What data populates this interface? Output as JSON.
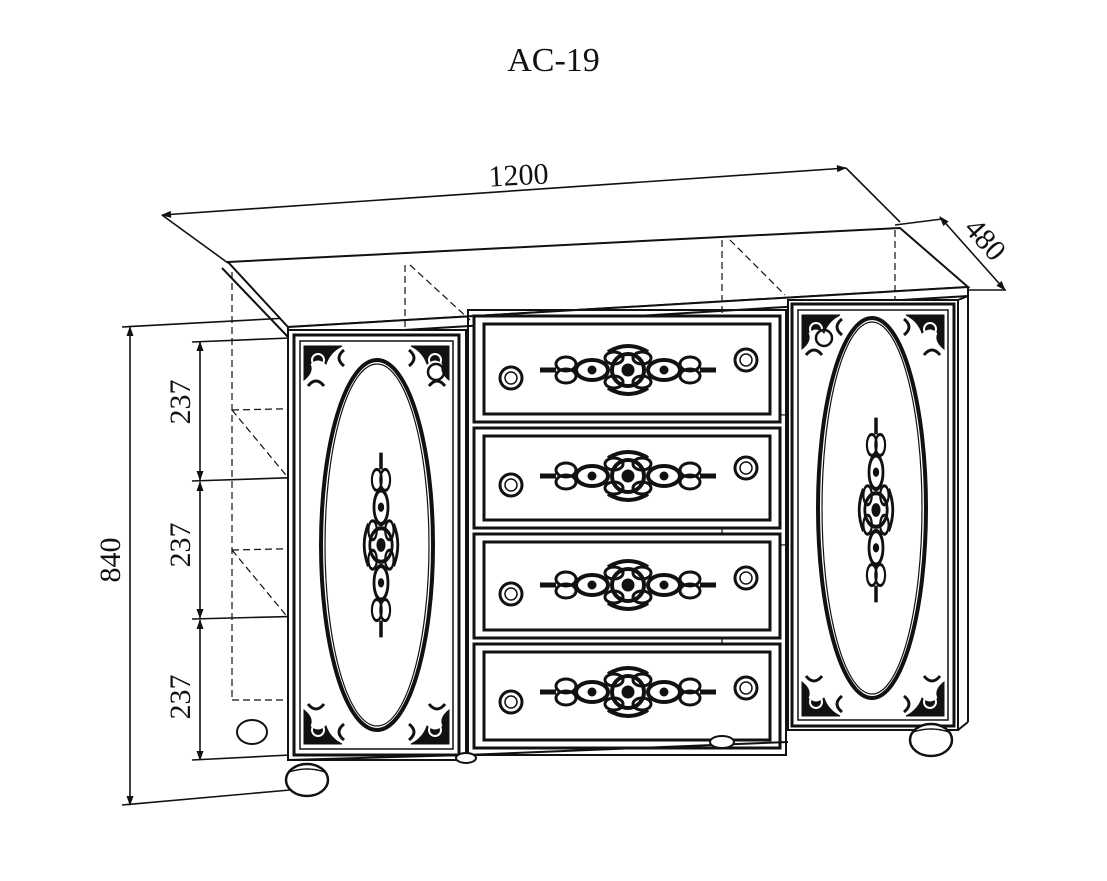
{
  "title": "AC-19",
  "dimensions": {
    "width": "1200",
    "depth": "480",
    "height": "840",
    "drawer_sections": [
      "237",
      "237",
      "237"
    ]
  },
  "colors": {
    "line": "#111111",
    "background": "#ffffff"
  },
  "icons": {
    "ornament": "baroque-scroll-ornament",
    "knob": "round-knob",
    "foot": "bun-foot"
  },
  "drawers": [
    {
      "id": "drawer-1"
    },
    {
      "id": "drawer-2"
    },
    {
      "id": "drawer-3"
    },
    {
      "id": "drawer-4"
    }
  ],
  "doors": [
    {
      "id": "door-left"
    },
    {
      "id": "door-right"
    }
  ]
}
